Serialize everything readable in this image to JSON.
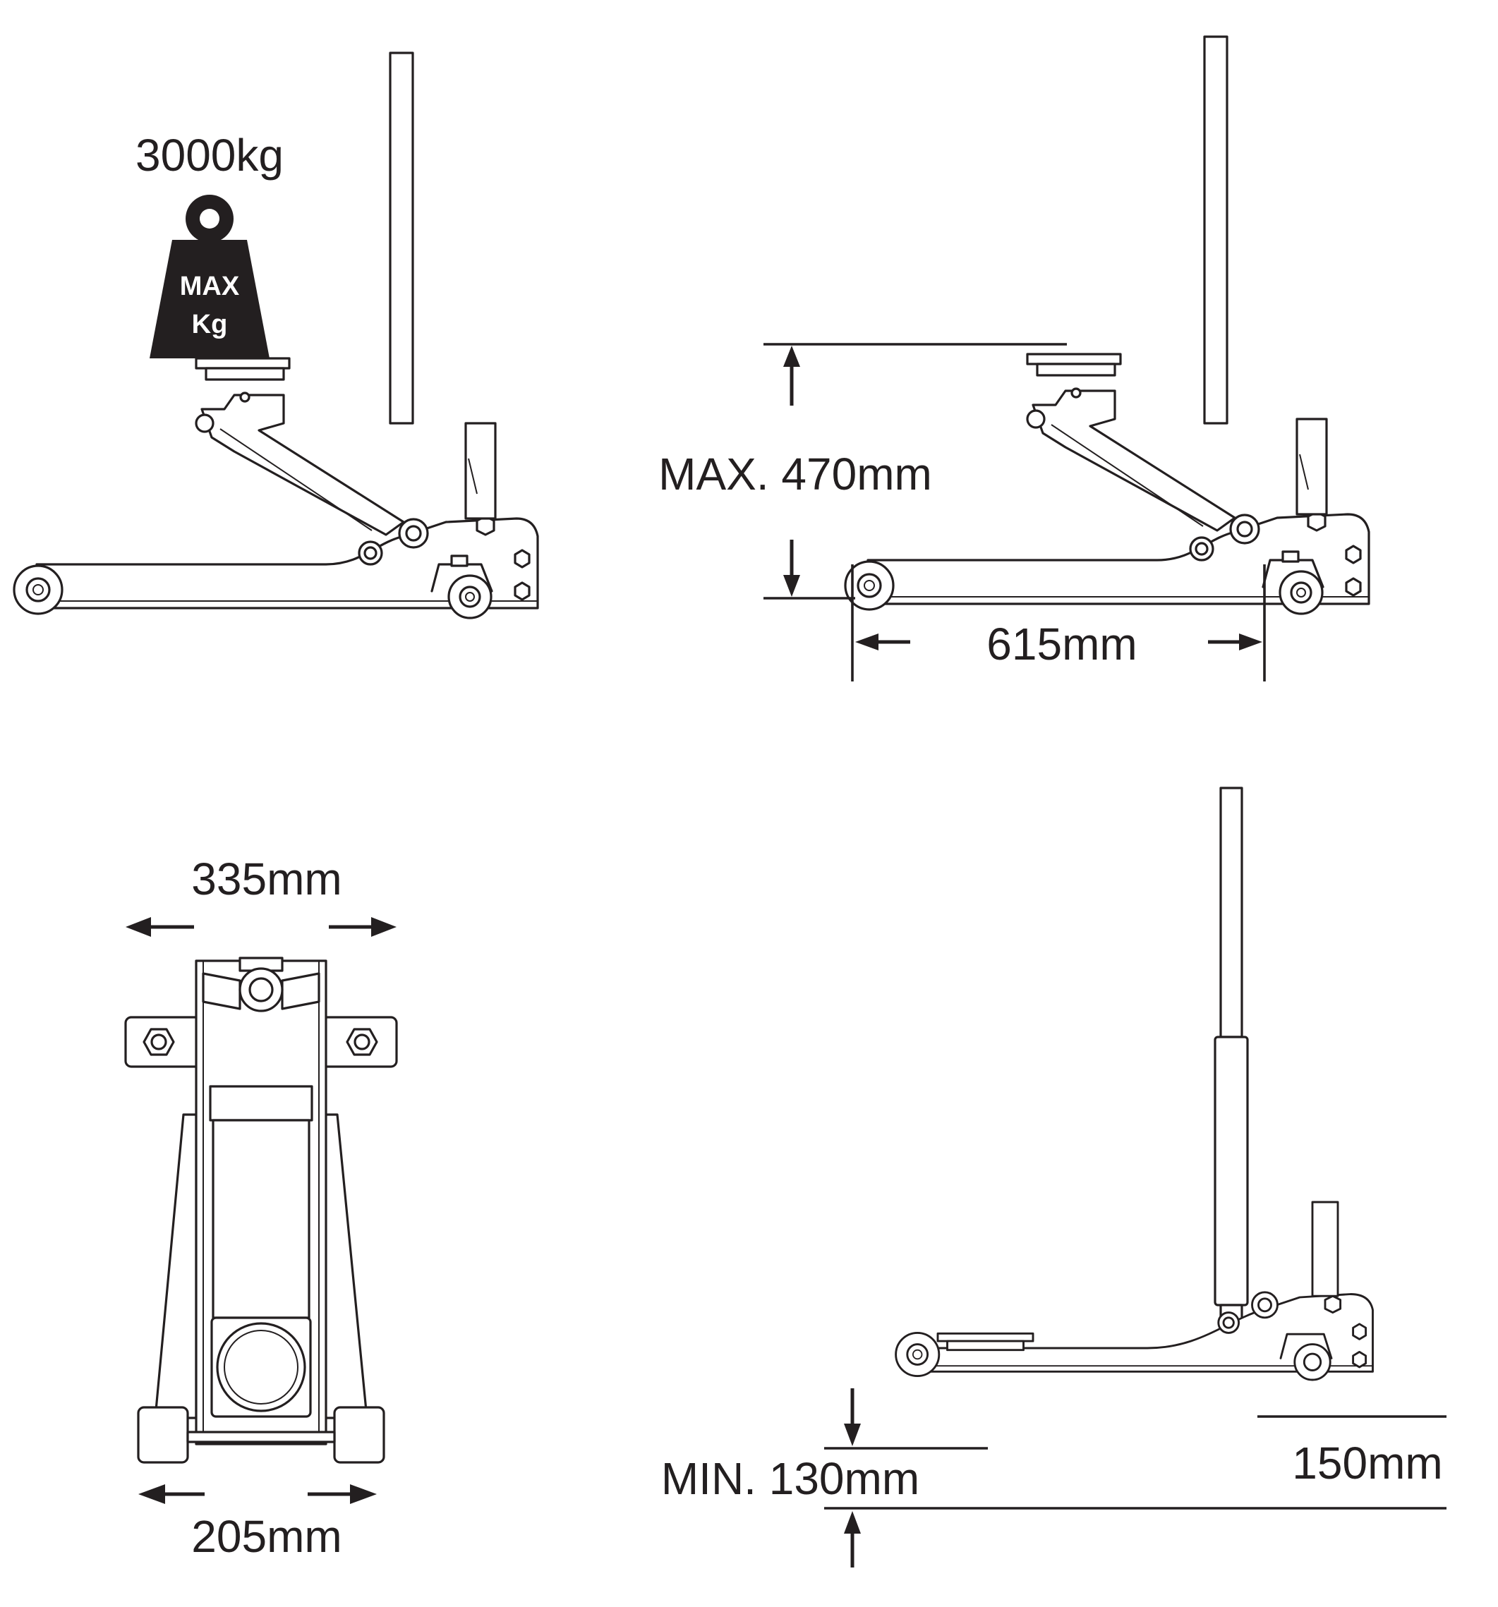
{
  "labels": {
    "capacity": "3000kg",
    "weight_line1": "MAX",
    "weight_line2": "Kg",
    "max_height": "MAX. 470mm",
    "length": "615mm",
    "top_width": "335mm",
    "bottom_width": "205mm",
    "min_height": "MIN. 130mm",
    "body_height": "150mm"
  },
  "colors": {
    "line": "#231f20",
    "background": "#ffffff"
  }
}
